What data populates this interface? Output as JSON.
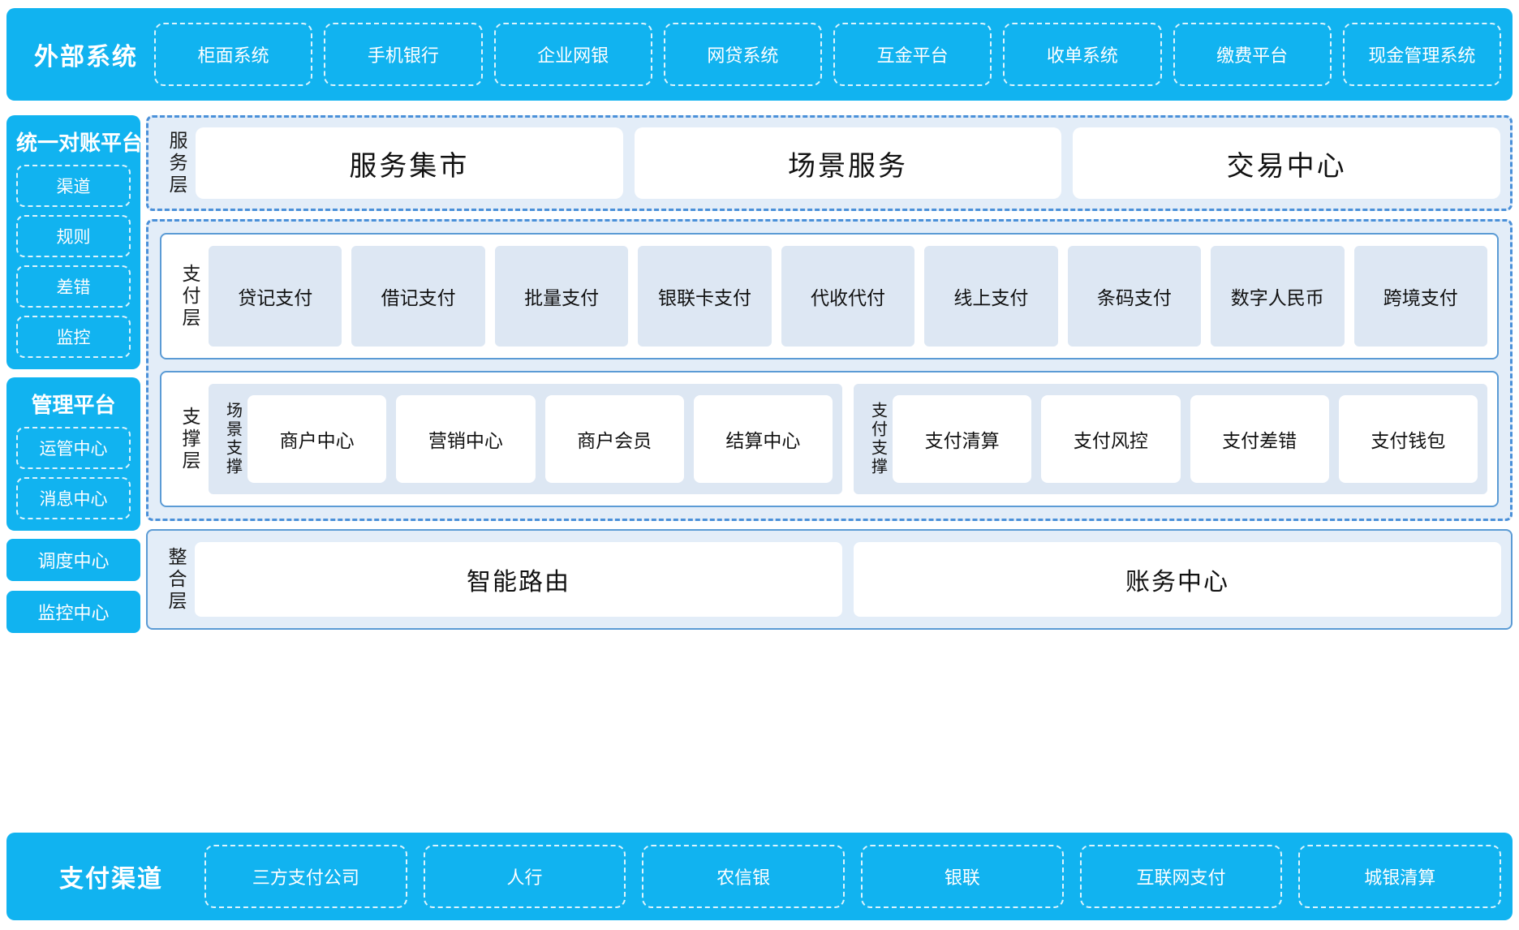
{
  "external_systems": {
    "title": "外部系统",
    "items": [
      "柜面系统",
      "手机银行",
      "企业网银",
      "网贷系统",
      "互金平台",
      "收单系统",
      "缴费平台",
      "现金管理系统"
    ]
  },
  "left_column": {
    "reconciliation_platform": {
      "title": "统一对账平台",
      "items": [
        "渠道",
        "规则",
        "差错",
        "监控"
      ]
    },
    "management_platform": {
      "title": "管理平台",
      "items": [
        "运管中心",
        "消息中心"
      ]
    },
    "standalone": [
      "调度中心",
      "监控中心"
    ]
  },
  "service_layer": {
    "label": "服务层",
    "cards": [
      "服务集市",
      "场景服务",
      "交易中心"
    ]
  },
  "payment_layer": {
    "label": "支付层",
    "tiles": [
      "贷记支付",
      "借记支付",
      "批量支付",
      "银联卡支付",
      "代收代付",
      "线上支付",
      "条码支付",
      "数字人民币",
      "跨境支付"
    ]
  },
  "support_layer": {
    "label": "支撑层",
    "groups": [
      {
        "label": "场景支撑",
        "cards": [
          "商户中心",
          "营销中心",
          "商户会员",
          "结算中心"
        ]
      },
      {
        "label": "支付支撑",
        "cards": [
          "支付清算",
          "支付风控",
          "支付差错",
          "支付钱包"
        ]
      }
    ]
  },
  "integration_layer": {
    "label": "整合层",
    "cards": [
      "智能路由",
      "账务中心"
    ]
  },
  "payment_channels": {
    "title": "支付渠道",
    "items": [
      "三方支付公司",
      "人行",
      "农信银",
      "银联",
      "互联网支付",
      "城银清算"
    ]
  },
  "colors": {
    "brand_blue": "#11b3f0",
    "panel_blue": "#e3edf8",
    "tile_blue": "#dde7f3",
    "border_blue": "#5b9bd5",
    "dash_blue": "#4a90d9"
  }
}
